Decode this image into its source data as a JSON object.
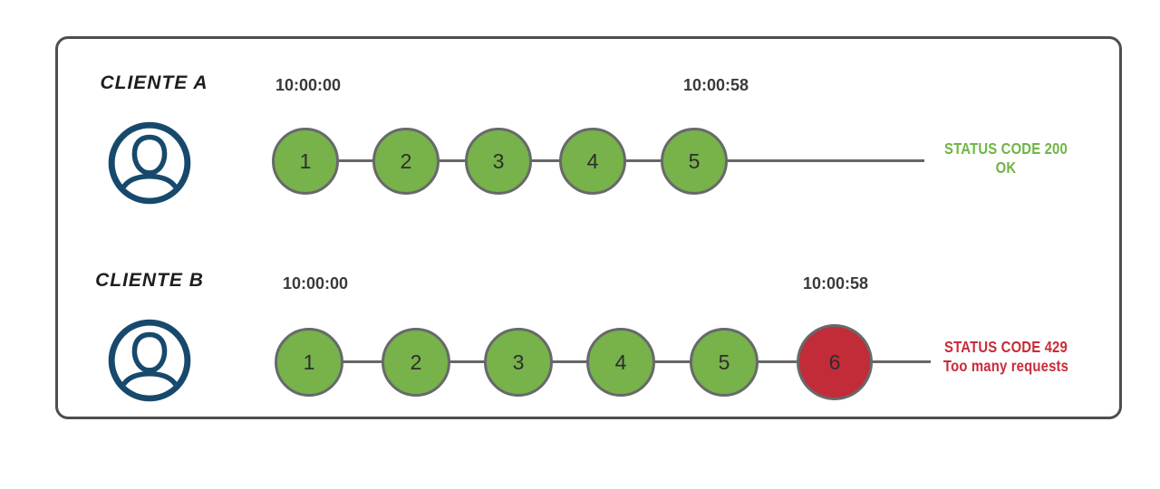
{
  "colors": {
    "frame_border": "#4e4e4e",
    "circle_green": "#77b24a",
    "circle_red": "#c22b38",
    "circle_border": "#67696a",
    "connector_line": "#666666",
    "status_ok_text": "#6fb545",
    "status_error_text": "#c92b38",
    "avatar_navy": "#17496c",
    "timestamp_text": "#3a3a3a"
  },
  "clients": [
    {
      "name": "CLIENTE A",
      "start_time": "10:00:00",
      "end_time": "10:00:58",
      "requests": [
        "1",
        "2",
        "3",
        "4",
        "5"
      ],
      "status": {
        "line1": "STATUS CODE 200",
        "line2": "OK"
      }
    },
    {
      "name": "CLIENTE B",
      "start_time": "10:00:00",
      "end_time": "10:00:58",
      "requests": [
        "1",
        "2",
        "3",
        "4",
        "5",
        "6"
      ],
      "status": {
        "line1": "STATUS CODE 429",
        "line2": "Too many requests"
      }
    }
  ]
}
